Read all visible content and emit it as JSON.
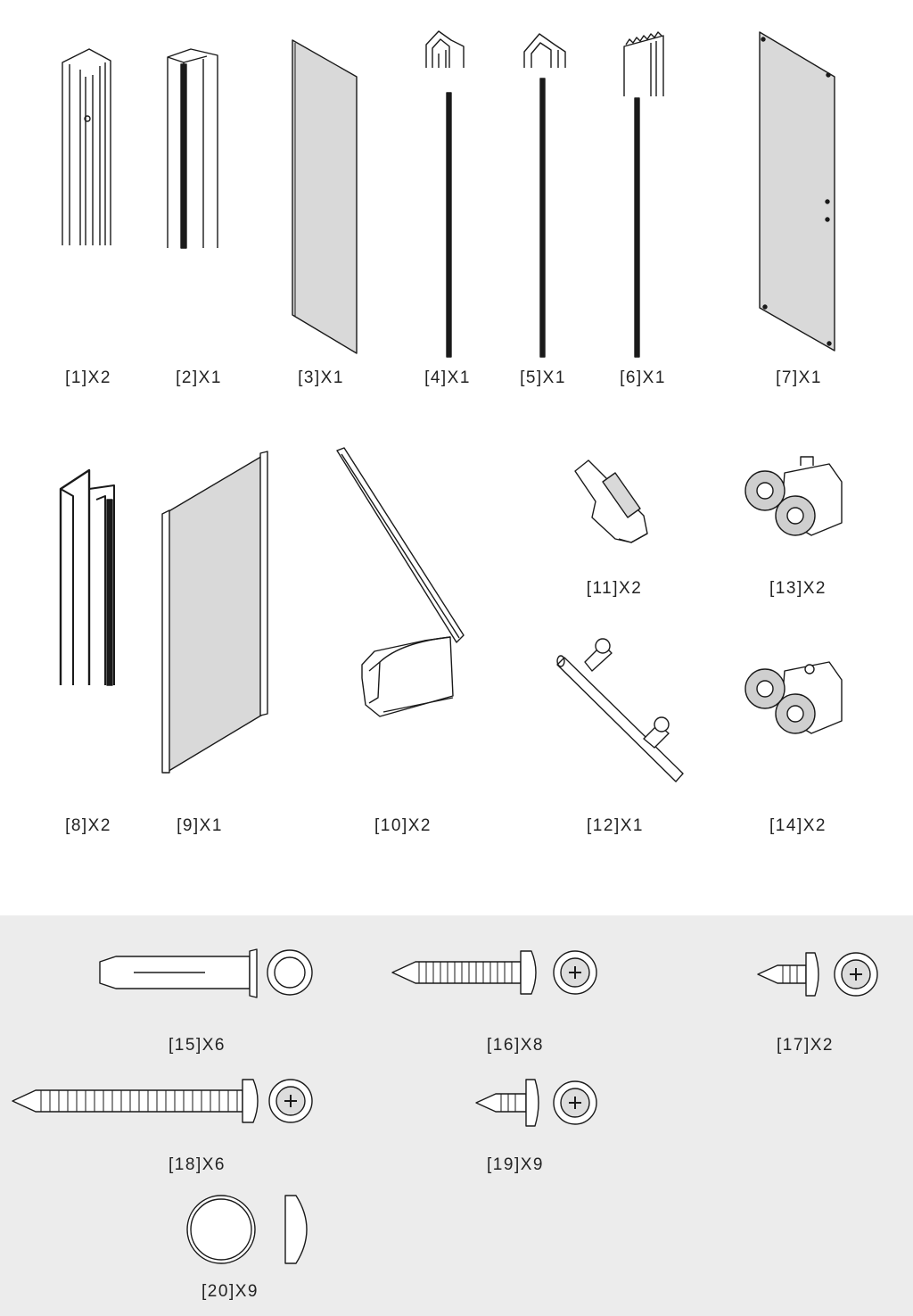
{
  "parts": [
    {
      "id": "1",
      "label": "[1]X2"
    },
    {
      "id": "2",
      "label": "[2]X1"
    },
    {
      "id": "3",
      "label": "[3]X1"
    },
    {
      "id": "4",
      "label": "[4]X1"
    },
    {
      "id": "5",
      "label": "[5]X1"
    },
    {
      "id": "6",
      "label": "[6]X1"
    },
    {
      "id": "7",
      "label": "[7]X1"
    },
    {
      "id": "8",
      "label": "[8]X2"
    },
    {
      "id": "9",
      "label": "[9]X1"
    },
    {
      "id": "10",
      "label": "[10]X2"
    },
    {
      "id": "11",
      "label": "[11]X2"
    },
    {
      "id": "12",
      "label": "[12]X1"
    },
    {
      "id": "13",
      "label": "[13]X2"
    },
    {
      "id": "14",
      "label": "[14]X2"
    },
    {
      "id": "15",
      "label": "[15]X6"
    },
    {
      "id": "16",
      "label": "[16]X8"
    },
    {
      "id": "17",
      "label": "[17]X2"
    },
    {
      "id": "18",
      "label": "[18]X6"
    },
    {
      "id": "19",
      "label": "[19]X9"
    },
    {
      "id": "20",
      "label": "[20]X9"
    }
  ],
  "colors": {
    "panel_fill": "#d9d9d9",
    "hardware_background": "#ececec",
    "line": "#1a1a1a"
  }
}
